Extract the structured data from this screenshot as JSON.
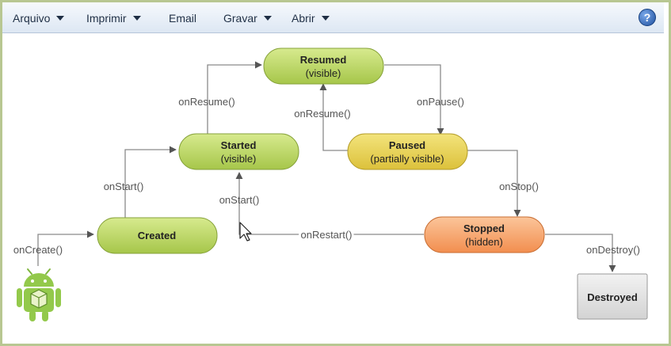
{
  "toolbar": {
    "menus": [
      "Arquivo",
      "Imprimir",
      "Email",
      "Gravar",
      "Abrir"
    ],
    "help": "?"
  },
  "diagram": {
    "nodes": {
      "resumed": {
        "title": "Resumed",
        "subtitle": "(visible)"
      },
      "started": {
        "title": "Started",
        "subtitle": "(visible)"
      },
      "paused": {
        "title": "Paused",
        "subtitle": "(partially visible)"
      },
      "created": {
        "title": "Created"
      },
      "stopped": {
        "title": "Stopped",
        "subtitle": "(hidden)"
      },
      "destroyed": {
        "title": "Destroyed"
      }
    },
    "edges": {
      "on_create": "onCreate()",
      "on_start": "onStart()",
      "on_resume_1": "onResume()",
      "on_pause": "onPause()",
      "on_resume_2": "onResume()",
      "on_stop": "onStop()",
      "on_restart": "onRestart()",
      "on_start_2": "onStart()",
      "on_destroy": "onDestroy()"
    },
    "colors": {
      "green": "#b3d05a",
      "yellow": "#e6cf48",
      "orange": "#f6a86e",
      "gray": "#e4e4e4"
    }
  }
}
